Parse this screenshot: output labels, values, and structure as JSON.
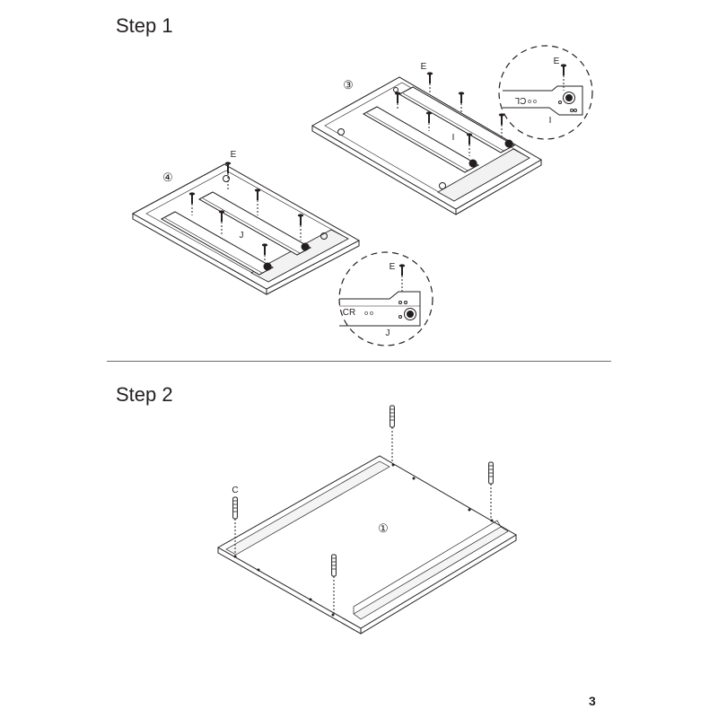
{
  "page": {
    "number": "3",
    "line_color": "#231f20"
  },
  "step1": {
    "title": "Step 1",
    "panel_3": {
      "callout": "③",
      "screw_part": "E",
      "rail_part": "I",
      "detail": {
        "screw_part": "E",
        "rail_label": "CL",
        "rail_part": "I"
      }
    },
    "panel_4": {
      "callout": "④",
      "screw_part": "E",
      "rail_part": "J",
      "detail": {
        "screw_part": "E",
        "rail_label": "CR",
        "rail_part": "J"
      }
    }
  },
  "step2": {
    "title": "Step 2",
    "panel_1": {
      "callout": "①"
    },
    "dowel_part": "C"
  }
}
